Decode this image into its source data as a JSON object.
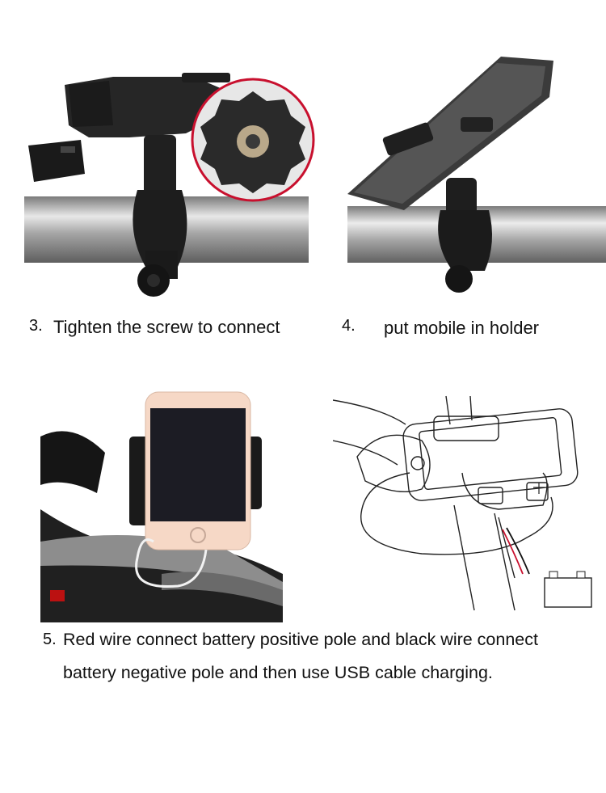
{
  "steps": [
    {
      "number": "3.",
      "text": "Tighten the screw to connect"
    },
    {
      "number": "4.",
      "text": "put mobile in holder"
    },
    {
      "number": "5.",
      "line1": "Red wire connect battery positive pole and black wire connect",
      "line2": "battery negative pole and then use USB cable charging."
    }
  ],
  "colors": {
    "accent_red": "#c8102e",
    "bar_metal": "#b9b9b9",
    "holder_black": "#1c1c1c"
  },
  "icons": [
    "screw-knob-icon",
    "battery-icon",
    "usb-port-icon"
  ]
}
